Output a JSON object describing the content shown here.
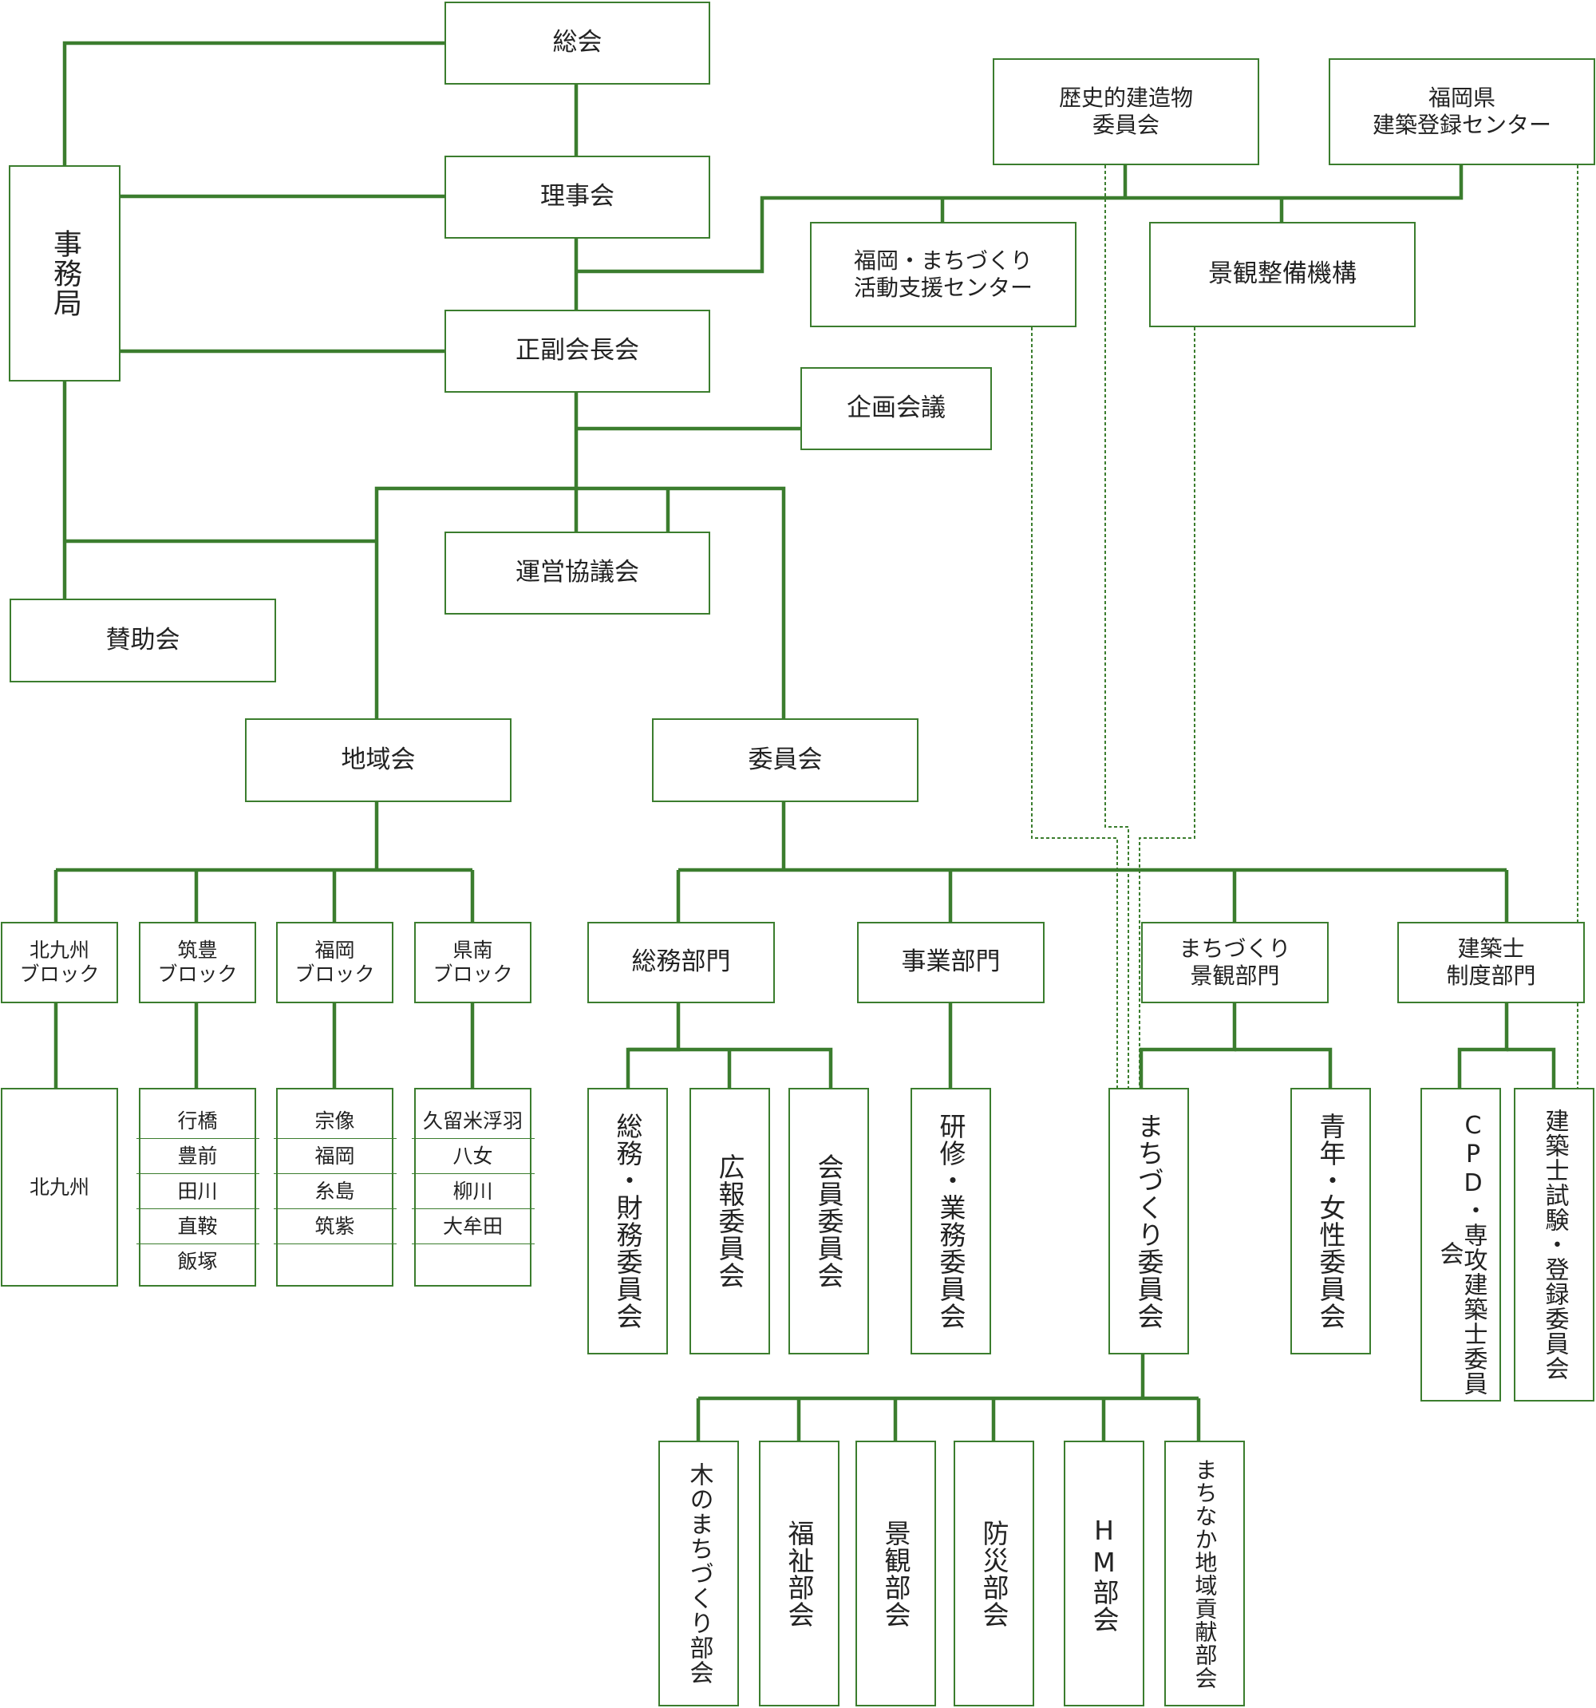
{
  "colors": {
    "line": "#3b7d2e",
    "text": "#222222",
    "background": "#ffffff"
  },
  "nodes": {
    "sokai": "総会",
    "rijikai": "理事会",
    "seifuku": "正副会長会",
    "kikaku": "企画会議",
    "unei": "運営協議会",
    "jimukyoku": "事務局",
    "sanjokai": "賛助会",
    "chiikikai": "地域会",
    "iinkai": "委員会",
    "rekishi": "歴史的建造物\n委員会",
    "toroku_center": "福岡県\n建築登録センター",
    "machizukuri_center": "福岡・まちづくり\n活動支援センター",
    "keikan_kiko": "景観整備機構",
    "kitakyushu_block": "北九州\nブロック",
    "chikuho_block": "筑豊\nブロック",
    "fukuoka_block": "福岡\nブロック",
    "kennan_block": "県南\nブロック",
    "somu_bumon": "総務部門",
    "jigyo_bumon": "事業部門",
    "machizukuri_bumon": "まちづくり\n景観部門",
    "kenchikushi_bumon": "建築士\n制度部門",
    "somu_zaimu": "総務・財務委員会",
    "koho": "広報委員会",
    "kaiin": "会員委員会",
    "kenshu": "研修・業務委員会",
    "machizukuri_iinkai": "まちづくり委員会",
    "seinen": "青年・女性委員会",
    "cpd": "CPD・専攻建築士委員会",
    "shiken": "建築士試験・登録委員会",
    "ki": "木のまちづくり部会",
    "fukushi": "福祉部会",
    "keikan_bukai": "景観部会",
    "bosai": "防災部会",
    "hm": "HM部会",
    "machinaka": "まちなか地域貢献部会"
  },
  "lists": {
    "kitakyushu": [
      "北九州"
    ],
    "chikuho": [
      "行橋",
      "豊前",
      "田川",
      "直鞍",
      "飯塚"
    ],
    "fukuoka": [
      "宗像",
      "福岡",
      "糸島",
      "筑紫"
    ],
    "kennan": [
      "久留米浮羽",
      "八女",
      "柳川",
      "大牟田"
    ]
  }
}
